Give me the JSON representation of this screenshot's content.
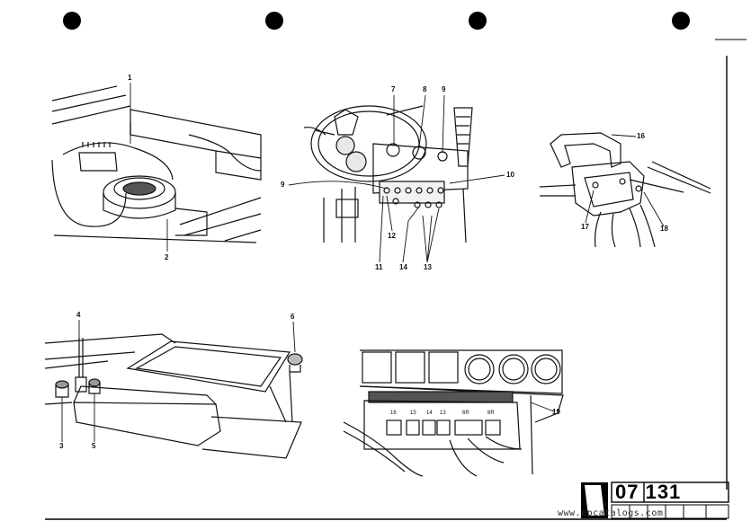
{
  "diagram": {
    "figures": [
      {
        "id": "horn",
        "callouts": [
          "1",
          "2"
        ]
      },
      {
        "id": "steering-column-switches",
        "callouts": [
          "7",
          "8",
          "9",
          "9",
          "10",
          "12",
          "11",
          "14",
          "13"
        ]
      },
      {
        "id": "battery-connector",
        "callouts": [
          "16",
          "17",
          "18"
        ]
      },
      {
        "id": "dashboard-controls",
        "callouts": [
          "4",
          "6",
          "3",
          "5"
        ]
      },
      {
        "id": "fuse-box",
        "callouts": [
          "19"
        ],
        "fuse_labels": [
          "16",
          "15",
          "14",
          "13",
          "6R",
          "8R"
        ]
      }
    ]
  },
  "title_block": {
    "doc_number": "07 131",
    "watermark": "www.epcatalogs.com"
  }
}
